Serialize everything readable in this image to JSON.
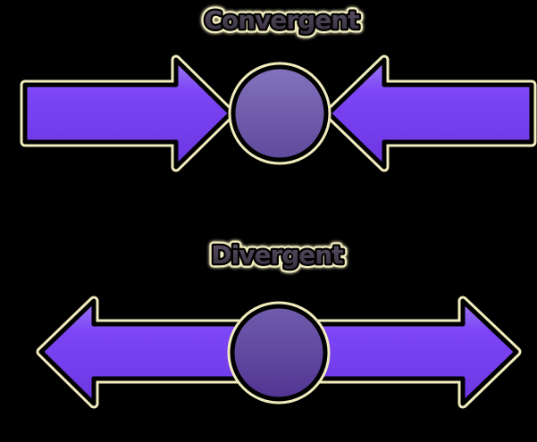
{
  "convergent": {
    "title": "Convergent",
    "elements": [
      "left-arrow-pointing-right",
      "center-circle-node",
      "right-arrow-pointing-left"
    ]
  },
  "divergent": {
    "title": "Divergent",
    "elements": [
      "double-headed-horizontal-arrow",
      "center-circle-node"
    ]
  },
  "colors": {
    "bg": "#000000",
    "arrow_top": "#9a79f2",
    "arrow_mid": "#7c45f5",
    "arrow_bottom": "#6c36e2",
    "node_convergent_top": "#8373bd",
    "node_convergent_bottom": "#5e499b",
    "node_divergent_top": "#6f5dac",
    "node_divergent_bottom": "#523493",
    "outline_black": "#000000",
    "outline_cream": "#f1ecbd",
    "title_fill_top": "#5d5468",
    "title_fill_bottom": "#342d3c"
  }
}
